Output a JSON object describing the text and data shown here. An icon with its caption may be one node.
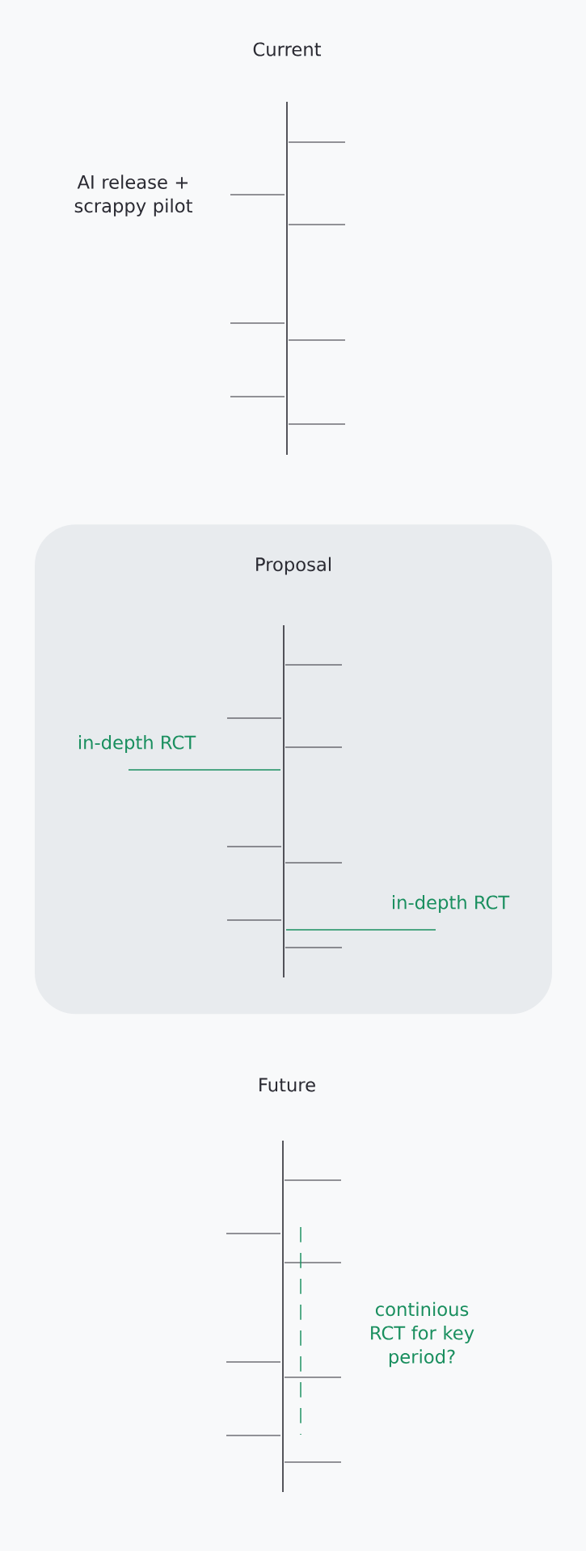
{
  "diagram": {
    "nodes": [
      {
        "text": [
          "Proposal"
        ]
      }
    ],
    "labels": [
      "Current",
      "AI release + scrappy pilot",
      "in-depth RCT",
      "in-depth RCT",
      "Future",
      "continious RCT for key period?"
    ]
  }
}
